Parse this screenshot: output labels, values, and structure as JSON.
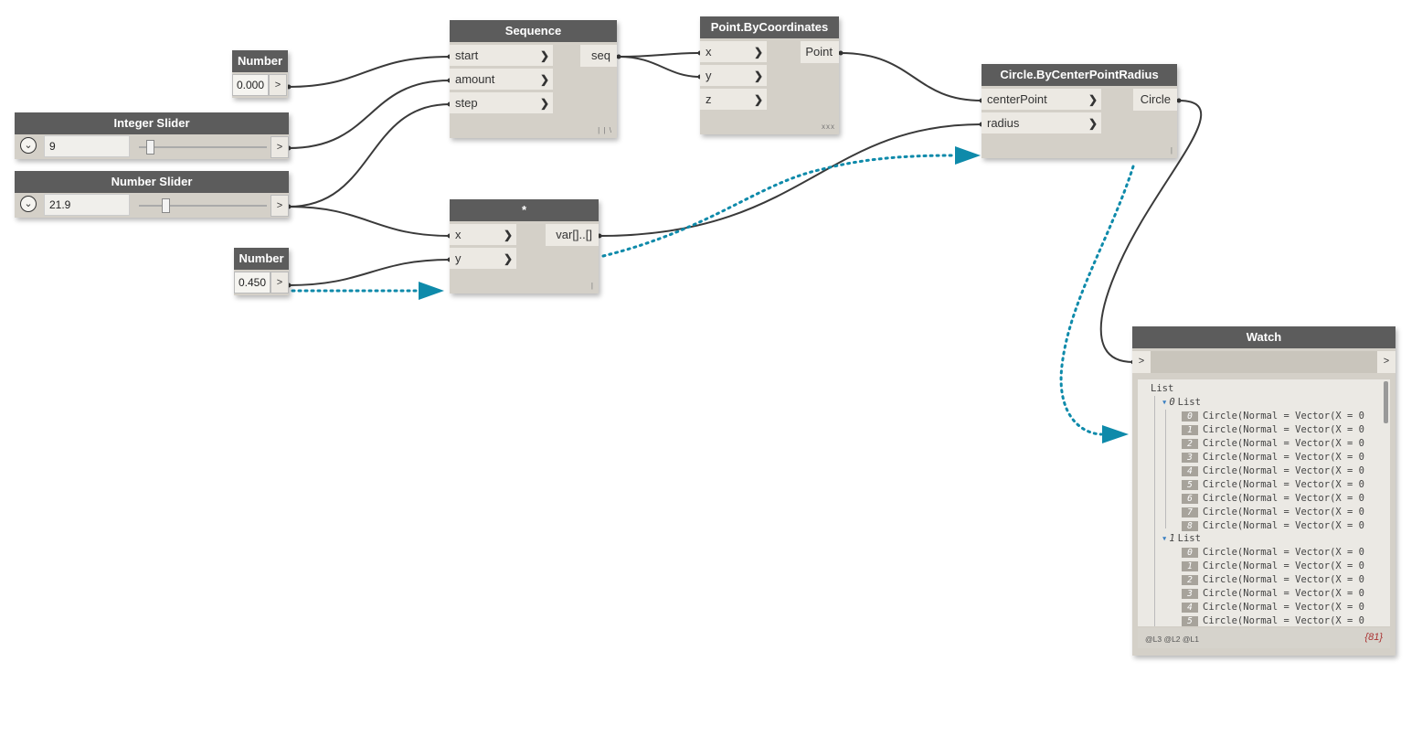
{
  "colors": {
    "title_bar": "#5c5c5c",
    "node_body": "#d4d0c8",
    "wire": "#3a3a3a",
    "accent_dotted": "#0e8aaa"
  },
  "nodes": {
    "number1": {
      "title": "Number",
      "value": "0.000",
      "out": ">"
    },
    "integer_slider": {
      "title": "Integer Slider",
      "value": "9",
      "out": ">",
      "position": 0.1
    },
    "number_slider": {
      "title": "Number Slider",
      "value": "21.9",
      "out": ">",
      "position": 0.21
    },
    "number2": {
      "title": "Number",
      "value": "0.450",
      "out": ">"
    },
    "sequence": {
      "title": "Sequence",
      "inputs": [
        "start",
        "amount",
        "step"
      ],
      "output": "seq",
      "lacing": "| | \\"
    },
    "multiply": {
      "title": "*",
      "inputs": [
        "x",
        "y"
      ],
      "output": "var[]..[]",
      "lacing": "|"
    },
    "point_by_coordinates": {
      "title": "Point.ByCoordinates",
      "inputs": [
        "x",
        "y",
        "z"
      ],
      "output": "Point",
      "lacing": "xxx"
    },
    "circle": {
      "title": "Circle.ByCenterPointRadius",
      "inputs": [
        "centerPoint",
        "radius"
      ],
      "output": "Circle",
      "lacing": "|"
    },
    "watch": {
      "title": "Watch",
      "in_arrow": ">",
      "out_arrow": ">",
      "root": "List",
      "groups": [
        {
          "index": "0",
          "label": "List",
          "items": [
            "0",
            "1",
            "2",
            "3",
            "4",
            "5",
            "6",
            "7",
            "8"
          ]
        },
        {
          "index": "1",
          "label": "List",
          "items": [
            "0",
            "1",
            "2",
            "3",
            "4",
            "5"
          ]
        }
      ],
      "item_text": "Circle(Normal = Vector(X = 0",
      "levels": "@L3 @L2 @L1",
      "count": "{81}"
    }
  }
}
